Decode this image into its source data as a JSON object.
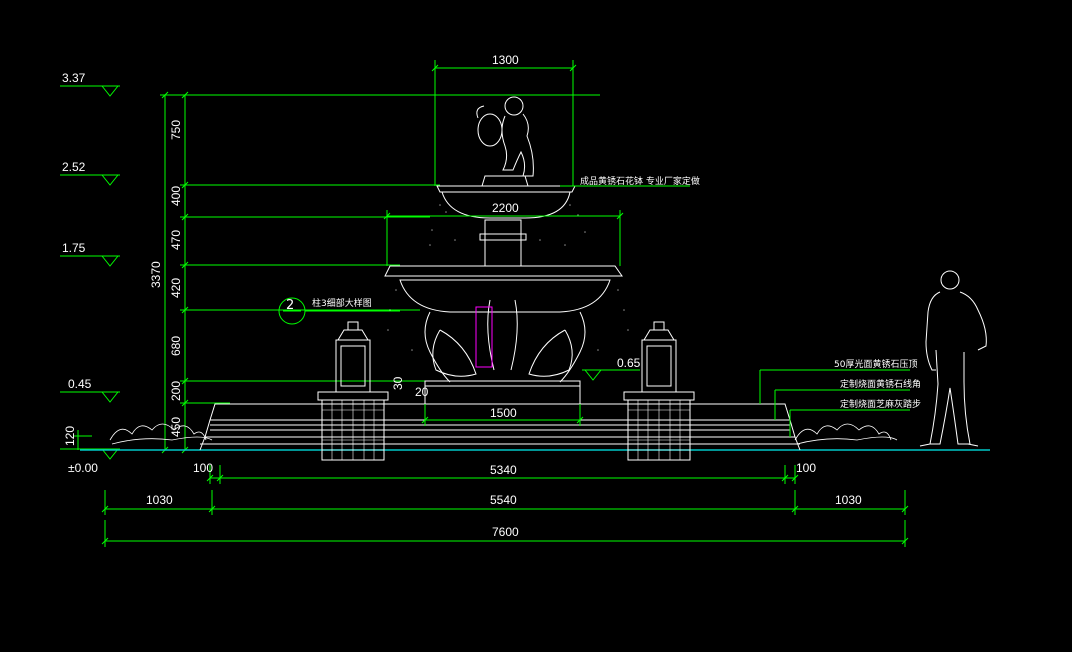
{
  "drawing": {
    "levels": [
      {
        "label": "3.37"
      },
      {
        "label": "2.52"
      },
      {
        "label": "1.75"
      },
      {
        "label": "0.45"
      },
      {
        "label": "±0.00"
      }
    ],
    "side_level": "0.65",
    "vertical_dims": [
      "750",
      "400",
      "470",
      "420",
      "680",
      "200",
      "450"
    ],
    "total_height": "3370",
    "small_dims": {
      "left_120": "120",
      "d30": "30",
      "d20": "20"
    },
    "top_dims": {
      "d1300": "1300",
      "d2200": "2200",
      "d1500": "1500"
    },
    "bottom_dims": {
      "row1": [
        "100",
        "5340",
        "100"
      ],
      "row2": [
        "1030",
        "5540",
        "1030"
      ],
      "row3": [
        "7600"
      ]
    },
    "callout": {
      "number": "2",
      "text": "柱3细部大样图"
    },
    "notes": {
      "top": "成品黄锈石花钵  专业厂家定做",
      "n1": "50厚光面黄锈石压顶",
      "n2": "定制烧面黄锈石线角",
      "n3": "定制烧面芝麻灰踏步"
    },
    "colors": {
      "dim": "#00ff00",
      "line": "#ffffff",
      "accent": "#ff00ff",
      "ground": "#00c8c8"
    }
  }
}
